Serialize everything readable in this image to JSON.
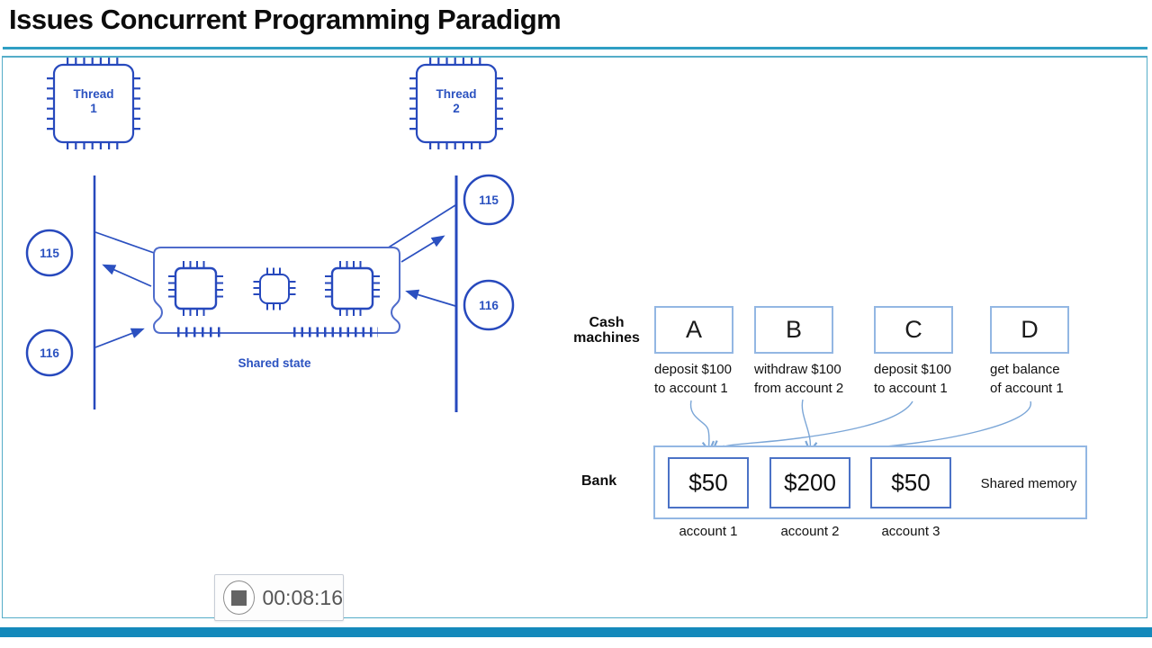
{
  "slide": {
    "title": "Issues Concurrent Programming Paradigm"
  },
  "left_diagram": {
    "thread1_label": "Thread",
    "thread1_number": "1",
    "thread2_label": "Thread",
    "thread2_number": "2",
    "badge_left_top": "115",
    "badge_left_bottom": "116",
    "badge_right_top": "115",
    "badge_right_bottom": "116",
    "shared_state_label": "Shared state"
  },
  "cash_machines": {
    "label_line1": "Cash",
    "label_line2": "machines",
    "machines": [
      {
        "id": "A",
        "desc_line1": "deposit $100",
        "desc_line2": "to account 1"
      },
      {
        "id": "B",
        "desc_line1": "withdraw $100",
        "desc_line2": "from account 2"
      },
      {
        "id": "C",
        "desc_line1": "deposit $100",
        "desc_line2": "to account 1"
      },
      {
        "id": "D",
        "desc_line1": "get balance",
        "desc_line2": "of account 1"
      }
    ]
  },
  "bank": {
    "label": "Bank",
    "shared_memory_label": "Shared memory",
    "accounts": [
      {
        "balance": "$50",
        "name": "account 1"
      },
      {
        "balance": "$200",
        "name": "account 2"
      },
      {
        "balance": "$50",
        "name": "account 3"
      }
    ]
  },
  "recorder": {
    "elapsed_time": "00:08:16",
    "stop_icon": "stop-square"
  },
  "colors": {
    "accent_teal": "#2f9fc4",
    "bottom_bar_blue": "#1489bb",
    "diagram_blue": "#2749bd",
    "machine_box_border": "#93b7e3",
    "account_box_border": "#4b72c6",
    "arrow_light_blue": "#7ba6d7"
  }
}
